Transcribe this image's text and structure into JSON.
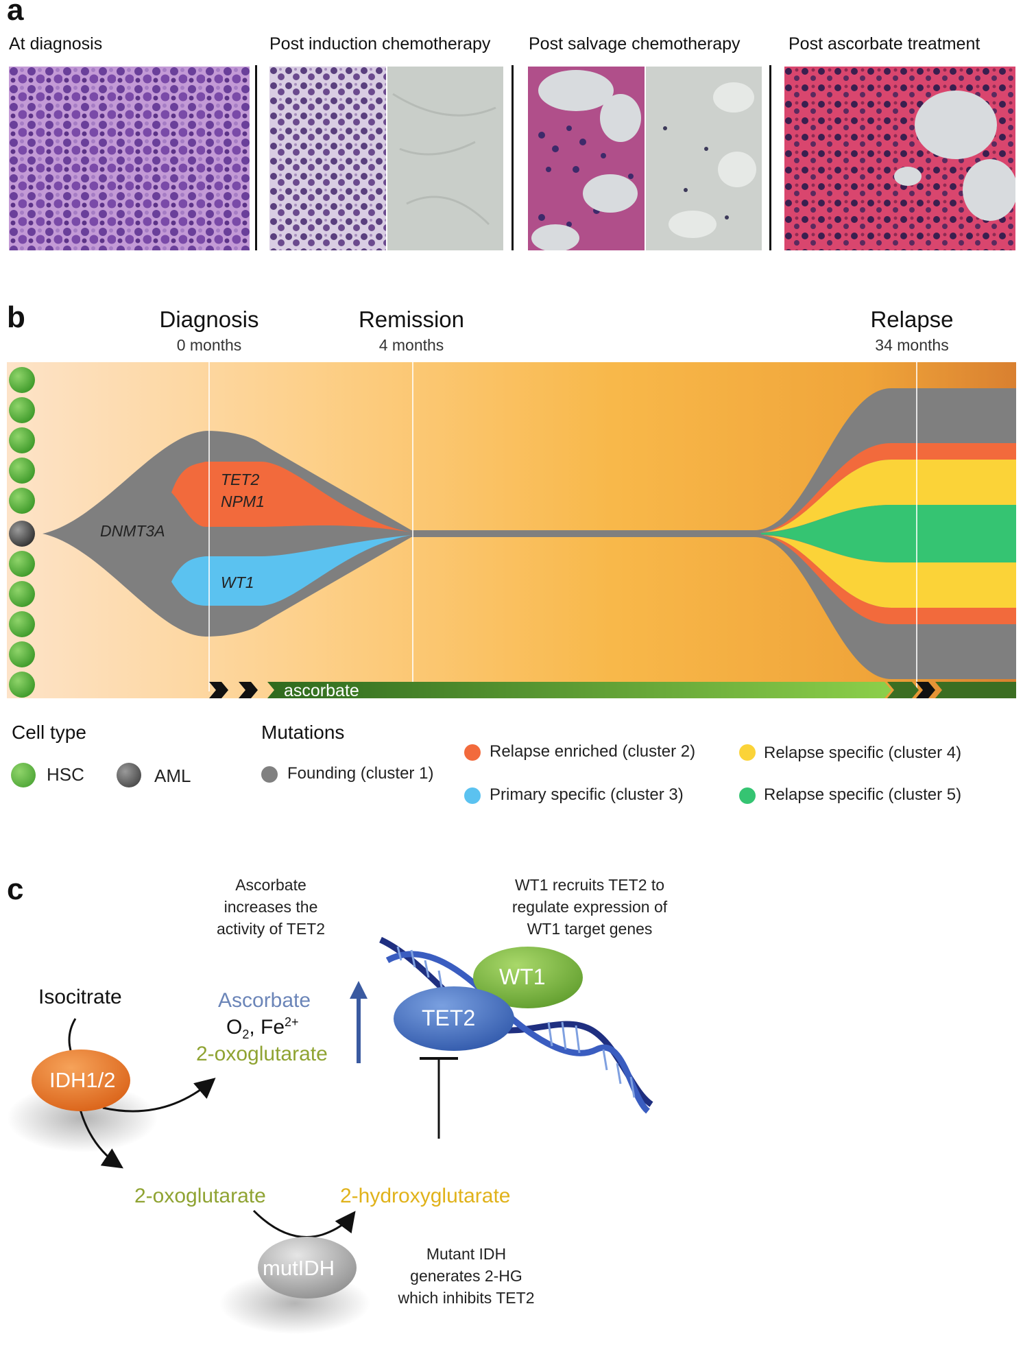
{
  "panel_a": {
    "letter": "a",
    "labels": [
      "At diagnosis",
      "Post induction chemotherapy",
      "Post salvage chemotherapy",
      "Post ascorbate treatment"
    ]
  },
  "panel_b": {
    "letter": "b",
    "timepoints": [
      {
        "title": "Diagnosis",
        "time": "0 months"
      },
      {
        "title": "Remission",
        "time": "4 months"
      },
      {
        "title": "Relapse",
        "time": "34 months"
      }
    ],
    "clone_labels": {
      "founding": "DNMT3A",
      "relapse_enriched_1": "TET2",
      "relapse_enriched_2": "NPM1",
      "primary_specific": "WT1"
    },
    "treatment_label": "ascorbate",
    "legend": {
      "cell_type_title": "Cell type",
      "cell_types": [
        {
          "label": "HSC",
          "color": "#5cb83a"
        },
        {
          "label": "AML",
          "color": "#555555"
        }
      ],
      "mutations_title": "Mutations",
      "mutations": [
        {
          "label": "Founding (cluster 1)",
          "color": "#808080"
        },
        {
          "label": "Relapse enriched (cluster 2)",
          "color": "#f26a3c"
        },
        {
          "label": "Primary specific (cluster 3)",
          "color": "#5bc2f0"
        },
        {
          "label": "Relapse specific (cluster 4)",
          "color": "#fbd338"
        },
        {
          "label": "Relapse specific (cluster 5)",
          "color": "#35c472"
        }
      ]
    }
  },
  "panel_c": {
    "letter": "c",
    "note_ascorbate": [
      "Ascorbate",
      "increases the",
      "activity of TET2"
    ],
    "note_wt1": [
      "WT1 recruits TET2 to",
      "regulate expression of",
      "WT1 target genes"
    ],
    "note_mutidh": [
      "Mutant IDH",
      "generates 2-HG",
      "which inhibits TET2"
    ],
    "isocitrate": "Isocitrate",
    "idh": "IDH1/2",
    "ascorbate": "Ascorbate",
    "o2": "O",
    "o2_sub": "2",
    "fe": ", Fe",
    "fe_sup": "2+",
    "oxo_top": "2-oxoglutarate",
    "oxo_bottom": "2-oxoglutarate",
    "hydroxy": "2-hydroxyglutarate",
    "mutidh": "mutIDH",
    "tet2": "TET2",
    "wt1": "WT1",
    "colors": {
      "ascorbate": "#6b85b8",
      "oxoglutarate": "#8fa332",
      "hydroxyglutarate": "#e0b21a",
      "idh": "#e8762a",
      "tet2": "#3d6cc0",
      "wt1": "#79b83e",
      "dna": "#2a3f8f"
    }
  }
}
